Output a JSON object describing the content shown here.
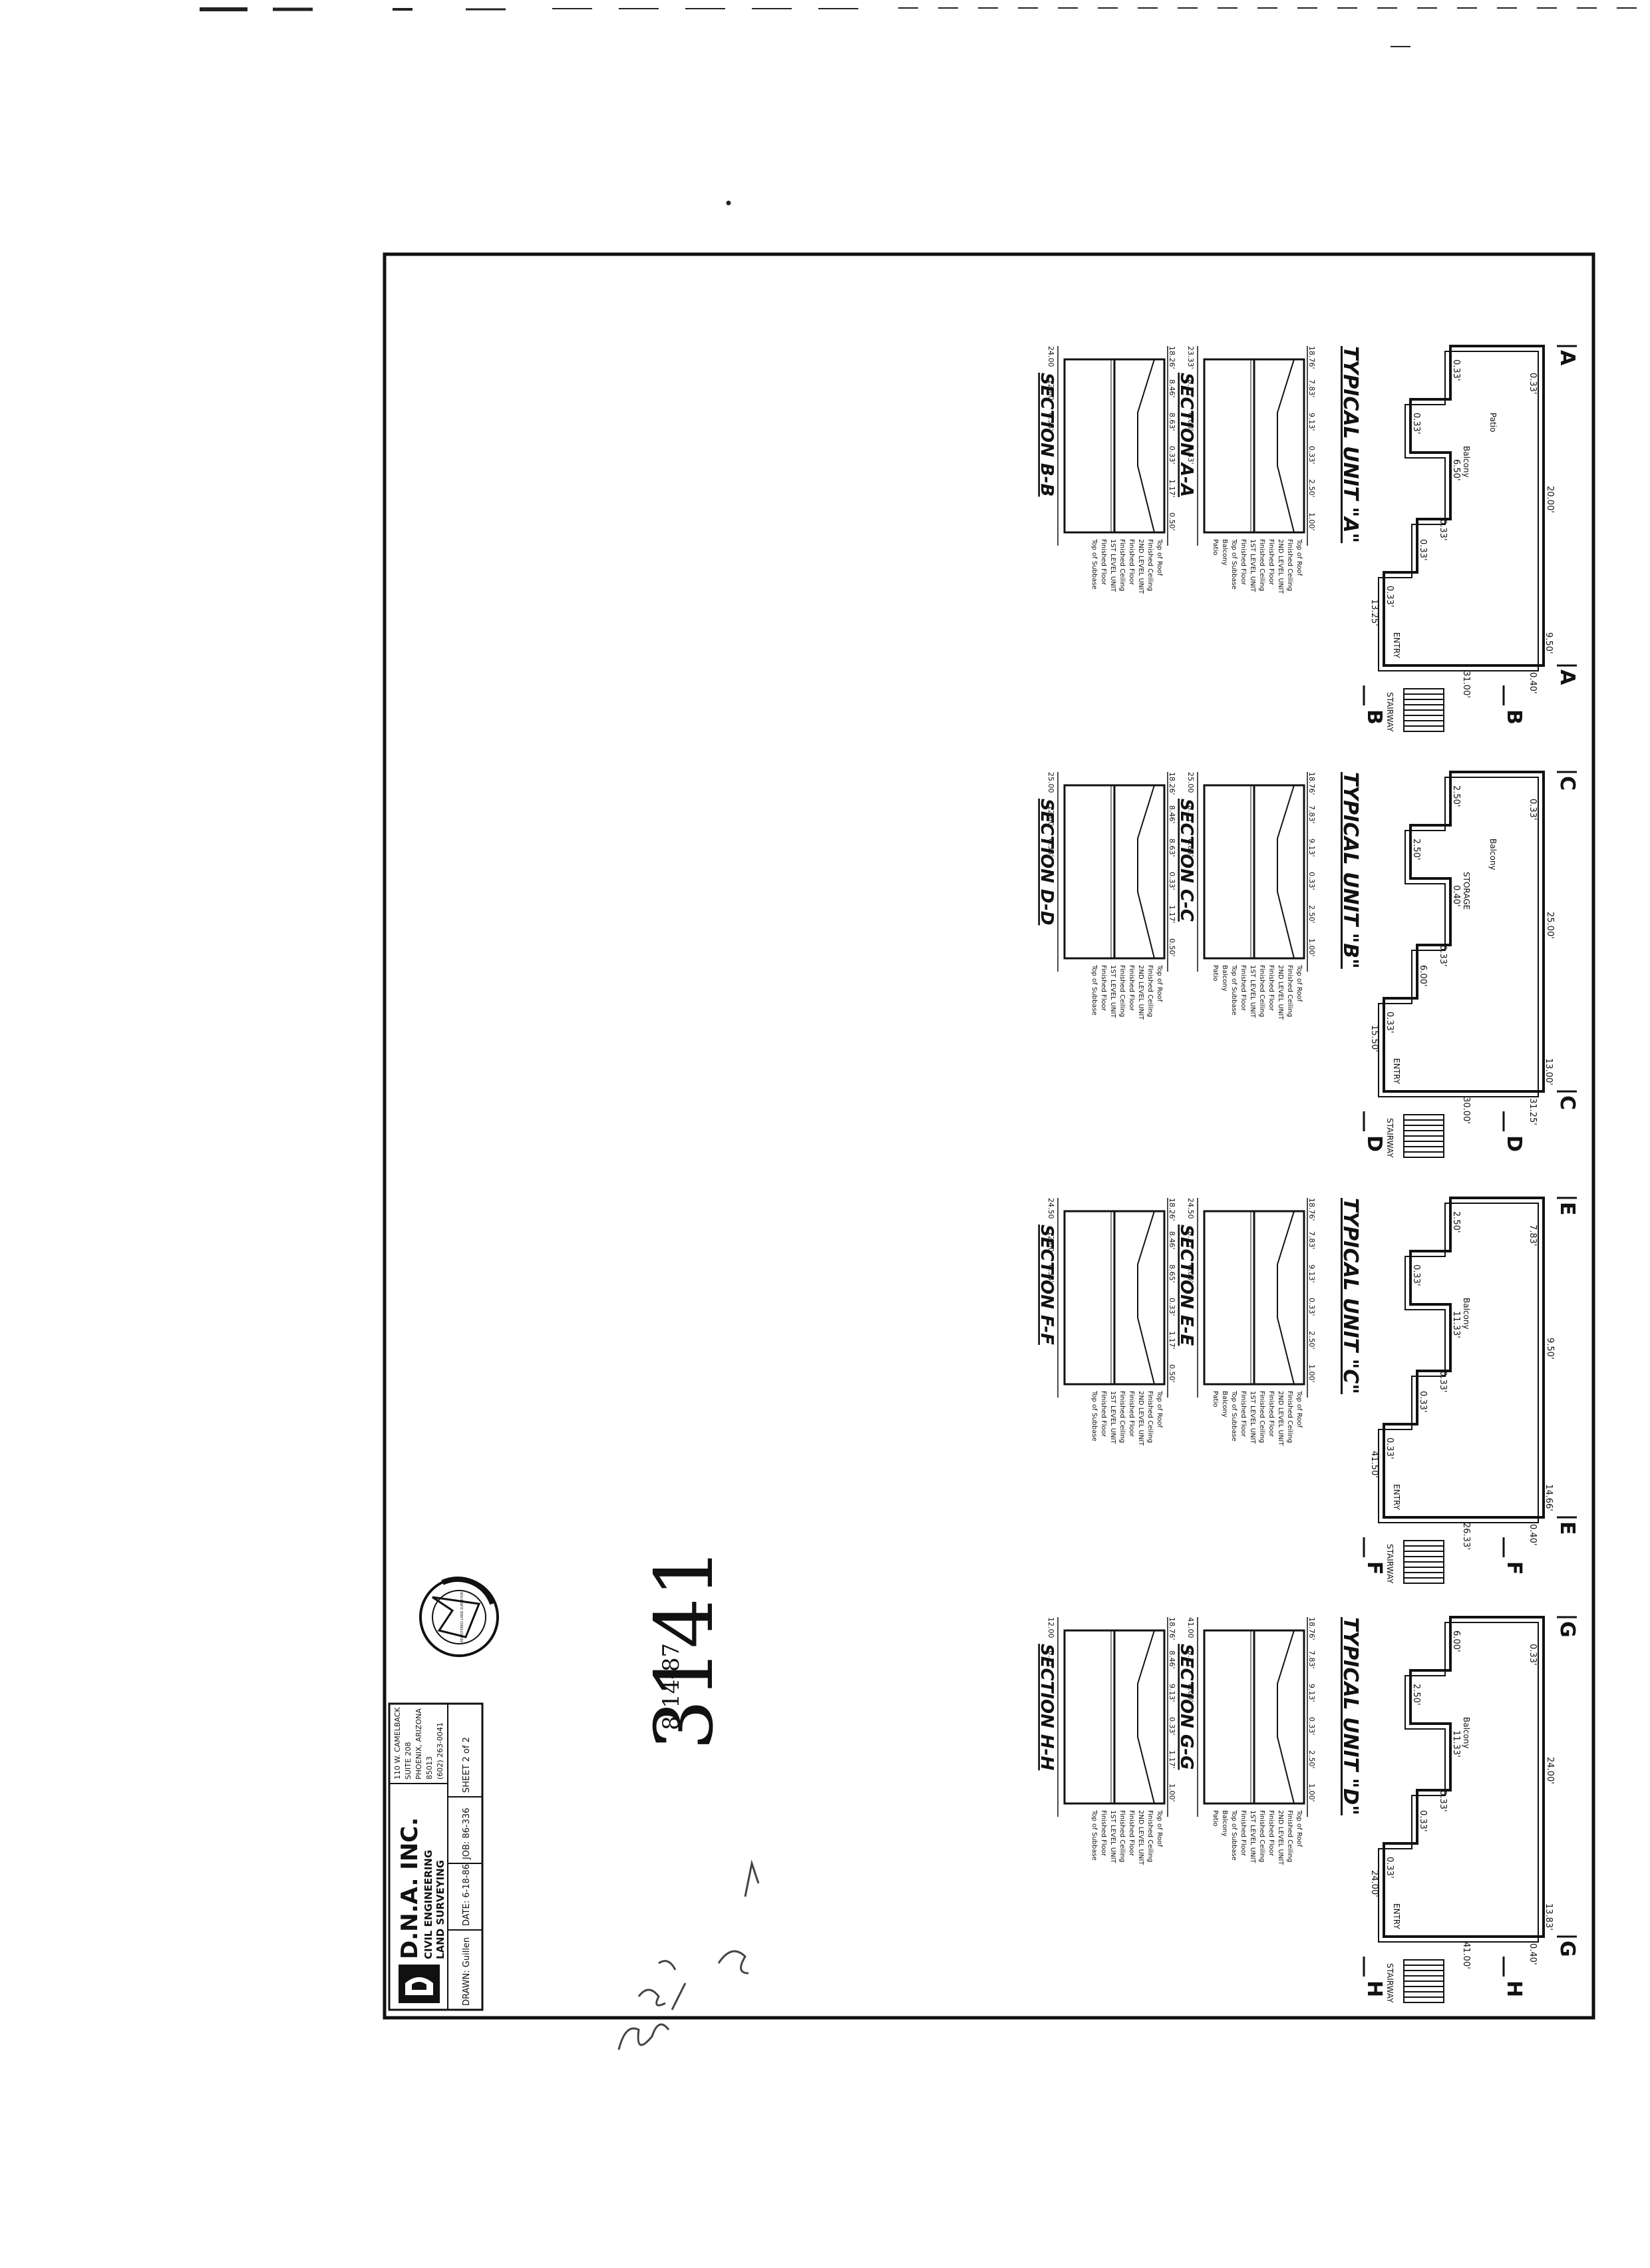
{
  "units": [
    {
      "title": "TYPICAL UNIT \"A\"",
      "cut_labels": [
        "A",
        "A",
        "B",
        "B"
      ],
      "plan_dims": [
        "20.00'",
        "0.40'",
        "31.00'",
        "13.25'",
        "9.50'",
        "6.50'",
        "0.33'",
        "0.33'",
        "0.33'",
        "0.33'",
        "0.33'",
        "0.33'"
      ],
      "plan_notes": [
        "ENTRY",
        "STAIRWAY",
        "Balcony",
        "Patio"
      ],
      "sections": [
        {
          "title": "SECTION A-A",
          "dims": [
            "18.76'",
            "7.83'",
            "9.13'",
            "0.33'",
            "2.50'",
            "1.00'",
            "23.33'",
            "8.15'",
            "6.00'",
            "0.33'"
          ],
          "notes": [
            "Top of Roof",
            "Finished Ceiling",
            "2ND LEVEL UNIT",
            "Finished Floor",
            "Finished Ceiling",
            "1ST LEVEL UNIT",
            "Finished Floor",
            "Top of Subbase",
            "Balcony",
            "Patio"
          ]
        },
        {
          "title": "SECTION B-B",
          "dims": [
            "18.26'",
            "8.46'",
            "8.63'",
            "0.33'",
            "1.17'",
            "0.50'",
            "24.00",
            "12.00",
            "0.33'"
          ],
          "notes": [
            "Top of Roof",
            "Finished Ceiling",
            "2ND LEVEL UNIT",
            "Finished Floor",
            "Finished Ceiling",
            "1ST LEVEL UNIT",
            "Finished Floor",
            "Top of Subbase"
          ]
        }
      ]
    },
    {
      "title": "TYPICAL UNIT \"B\"",
      "cut_labels": [
        "C",
        "C",
        "D",
        "D"
      ],
      "plan_dims": [
        "25.00'",
        "31.25'",
        "30.00'",
        "15.50'",
        "13.00'",
        "0.40'",
        "2.50'",
        "2.50'",
        "6.00'",
        "0.33'",
        "0.33'",
        "0.33'"
      ],
      "plan_notes": [
        "ENTRY",
        "STAIRWAY",
        "STORAGE",
        "Balcony"
      ],
      "sections": [
        {
          "title": "SECTION C-C",
          "dims": [
            "18.76'",
            "7.83'",
            "9.13'",
            "0.33'",
            "2.50'",
            "1.00'",
            "25.00",
            "8.15'",
            "0.83'"
          ],
          "notes": [
            "Top of Roof",
            "Finished Ceiling",
            "2ND LEVEL UNIT",
            "Finished Floor",
            "Finished Ceiling",
            "1ST LEVEL UNIT",
            "Finished Floor",
            "Top of Subbase",
            "Balcony",
            "Patio"
          ]
        },
        {
          "title": "SECTION D-D",
          "dims": [
            "18.26'",
            "8.46'",
            "8.63'",
            "0.33'",
            "1.17'",
            "0.50'",
            "25.00",
            "12.00",
            "0.33'"
          ],
          "notes": [
            "Top of Roof",
            "Finished Ceiling",
            "2ND LEVEL UNIT",
            "Finished Floor",
            "Finished Ceiling",
            "1ST LEVEL UNIT",
            "Finished Floor",
            "Top of Subbase"
          ]
        }
      ]
    },
    {
      "title": "TYPICAL UNIT \"C\"",
      "cut_labels": [
        "E",
        "E",
        "F",
        "F"
      ],
      "plan_dims": [
        "9.50'",
        "0.40'",
        "26.33'",
        "41.50'",
        "14.66'",
        "11.33'",
        "2.50'",
        "0.33'",
        "0.33'",
        "0.33'",
        "0.33'",
        "7.83'"
      ],
      "plan_notes": [
        "ENTRY",
        "STAIRWAY",
        "Balcony"
      ],
      "sections": [
        {
          "title": "SECTION E-E",
          "dims": [
            "18.76'",
            "7.83'",
            "9.13'",
            "0.33'",
            "2.50'",
            "1.00'",
            "24.50",
            "8.15'",
            "6.00'"
          ],
          "notes": [
            "Top of Roof",
            "Finished Ceiling",
            "2ND LEVEL UNIT",
            "Finished Floor",
            "Finished Ceiling",
            "1ST LEVEL UNIT",
            "Finished Floor",
            "Top of Subbase",
            "Balcony",
            "Patio"
          ]
        },
        {
          "title": "SECTION F-F",
          "dims": [
            "18.26'",
            "8.46'",
            "8.65'",
            "0.33'",
            "1.17'",
            "0.50'",
            "24.50",
            "12.00",
            "0.33'"
          ],
          "notes": [
            "Top of Roof",
            "Finished Ceiling",
            "2ND LEVEL UNIT",
            "Finished Floor",
            "Finished Ceiling",
            "1ST LEVEL UNIT",
            "Finished Floor",
            "Top of Subbase"
          ]
        }
      ]
    },
    {
      "title": "TYPICAL UNIT \"D\"",
      "cut_labels": [
        "G",
        "G",
        "H",
        "H"
      ],
      "plan_dims": [
        "24.00'",
        "0.40'",
        "41.00'",
        "24.00'",
        "13.83'",
        "11.33'",
        "6.00'",
        "2.50'",
        "0.33'",
        "0.33'",
        "0.33'",
        "0.33'"
      ],
      "plan_notes": [
        "ENTRY",
        "STAIRWAY",
        "Balcony"
      ],
      "sections": [
        {
          "title": "SECTION G-G",
          "dims": [
            "18.76'",
            "7.83'",
            "9.13'",
            "0.33'",
            "2.50'",
            "1.00'",
            "41.00",
            "8.15'",
            "6.00'"
          ],
          "notes": [
            "Top of Roof",
            "Finished Ceiling",
            "2ND LEVEL UNIT",
            "Finished Floor",
            "Finished Ceiling",
            "1ST LEVEL UNIT",
            "Finished Floor",
            "Top of Subbase",
            "Balcony",
            "Patio"
          ]
        },
        {
          "title": "SECTION H-H",
          "dims": [
            "18.76'",
            "8.46'",
            "9.13'",
            "0.33'",
            "1.17'",
            "1.00'",
            "12.00",
            "0.33'"
          ],
          "notes": [
            "Top of Roof",
            "Finished Ceiling",
            "2ND LEVEL UNIT",
            "Finished Floor",
            "Finished Ceiling",
            "1ST LEVEL UNIT",
            "Finished Floor",
            "Top of Subbase"
          ]
        }
      ]
    }
  ],
  "title_block": {
    "company": "D.N.A. INC.",
    "services": [
      "CIVIL ENGINEERING",
      "LAND SURVEYING"
    ],
    "address": [
      "110 W. CAMELBACK",
      "SUITE 208",
      "PHOENIX, ARIZONA",
      "85013",
      "(602) 263-0041"
    ],
    "drawn": "DRAWN: Guillen",
    "date": "DATE: 6-18-86",
    "job": "JOB: 86-336",
    "sheet": "SHEET 2 of 2"
  },
  "stamp_text": "REGISTERED LAND SURVEYOR",
  "handwritten_number": "3141",
  "handwritten_date": "8-14-87"
}
